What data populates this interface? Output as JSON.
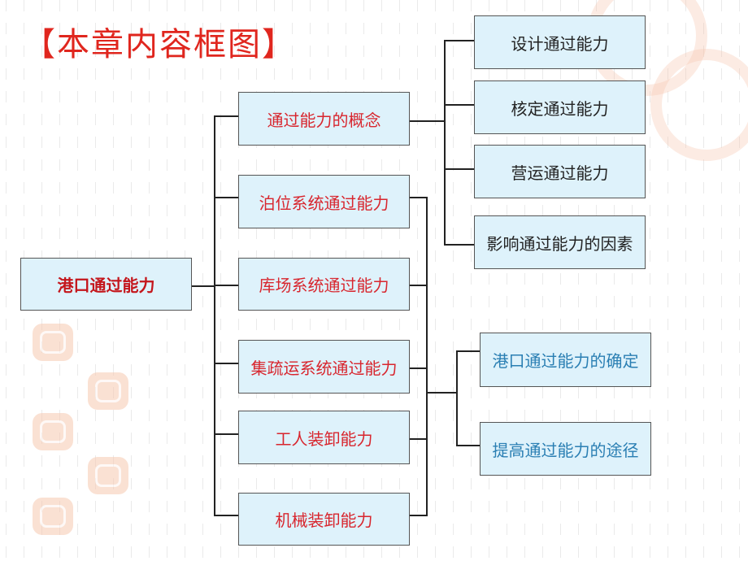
{
  "title": "【本章内容框图】",
  "root": {
    "label": "港口通过能力"
  },
  "level1": [
    {
      "label": "通过能力的概念"
    },
    {
      "label": "泊位系统通过能力"
    },
    {
      "label": "库场系统通过能力"
    },
    {
      "label": "集疏运系统通过能力"
    },
    {
      "label": "工人装卸能力"
    },
    {
      "label": "机械装卸能力"
    }
  ],
  "concept_children": [
    {
      "label": "设计通过能力"
    },
    {
      "label": "核定通过能力"
    },
    {
      "label": "营运通过能力"
    },
    {
      "label": "影响通过能力的因素"
    }
  ],
  "system_children": [
    {
      "label": "港口通过能力的确定"
    },
    {
      "label": "提高通过能力的途径"
    }
  ],
  "colors": {
    "title": "#e0261e",
    "box_fill": "#def2fb",
    "box_border": "#555555",
    "level1_text": "#d8262e",
    "concept_child_text": "#222222",
    "system_child_text": "#2a7fb3",
    "connector": "#222222"
  },
  "decor": {
    "watermark": "stamp-seal-icon"
  }
}
